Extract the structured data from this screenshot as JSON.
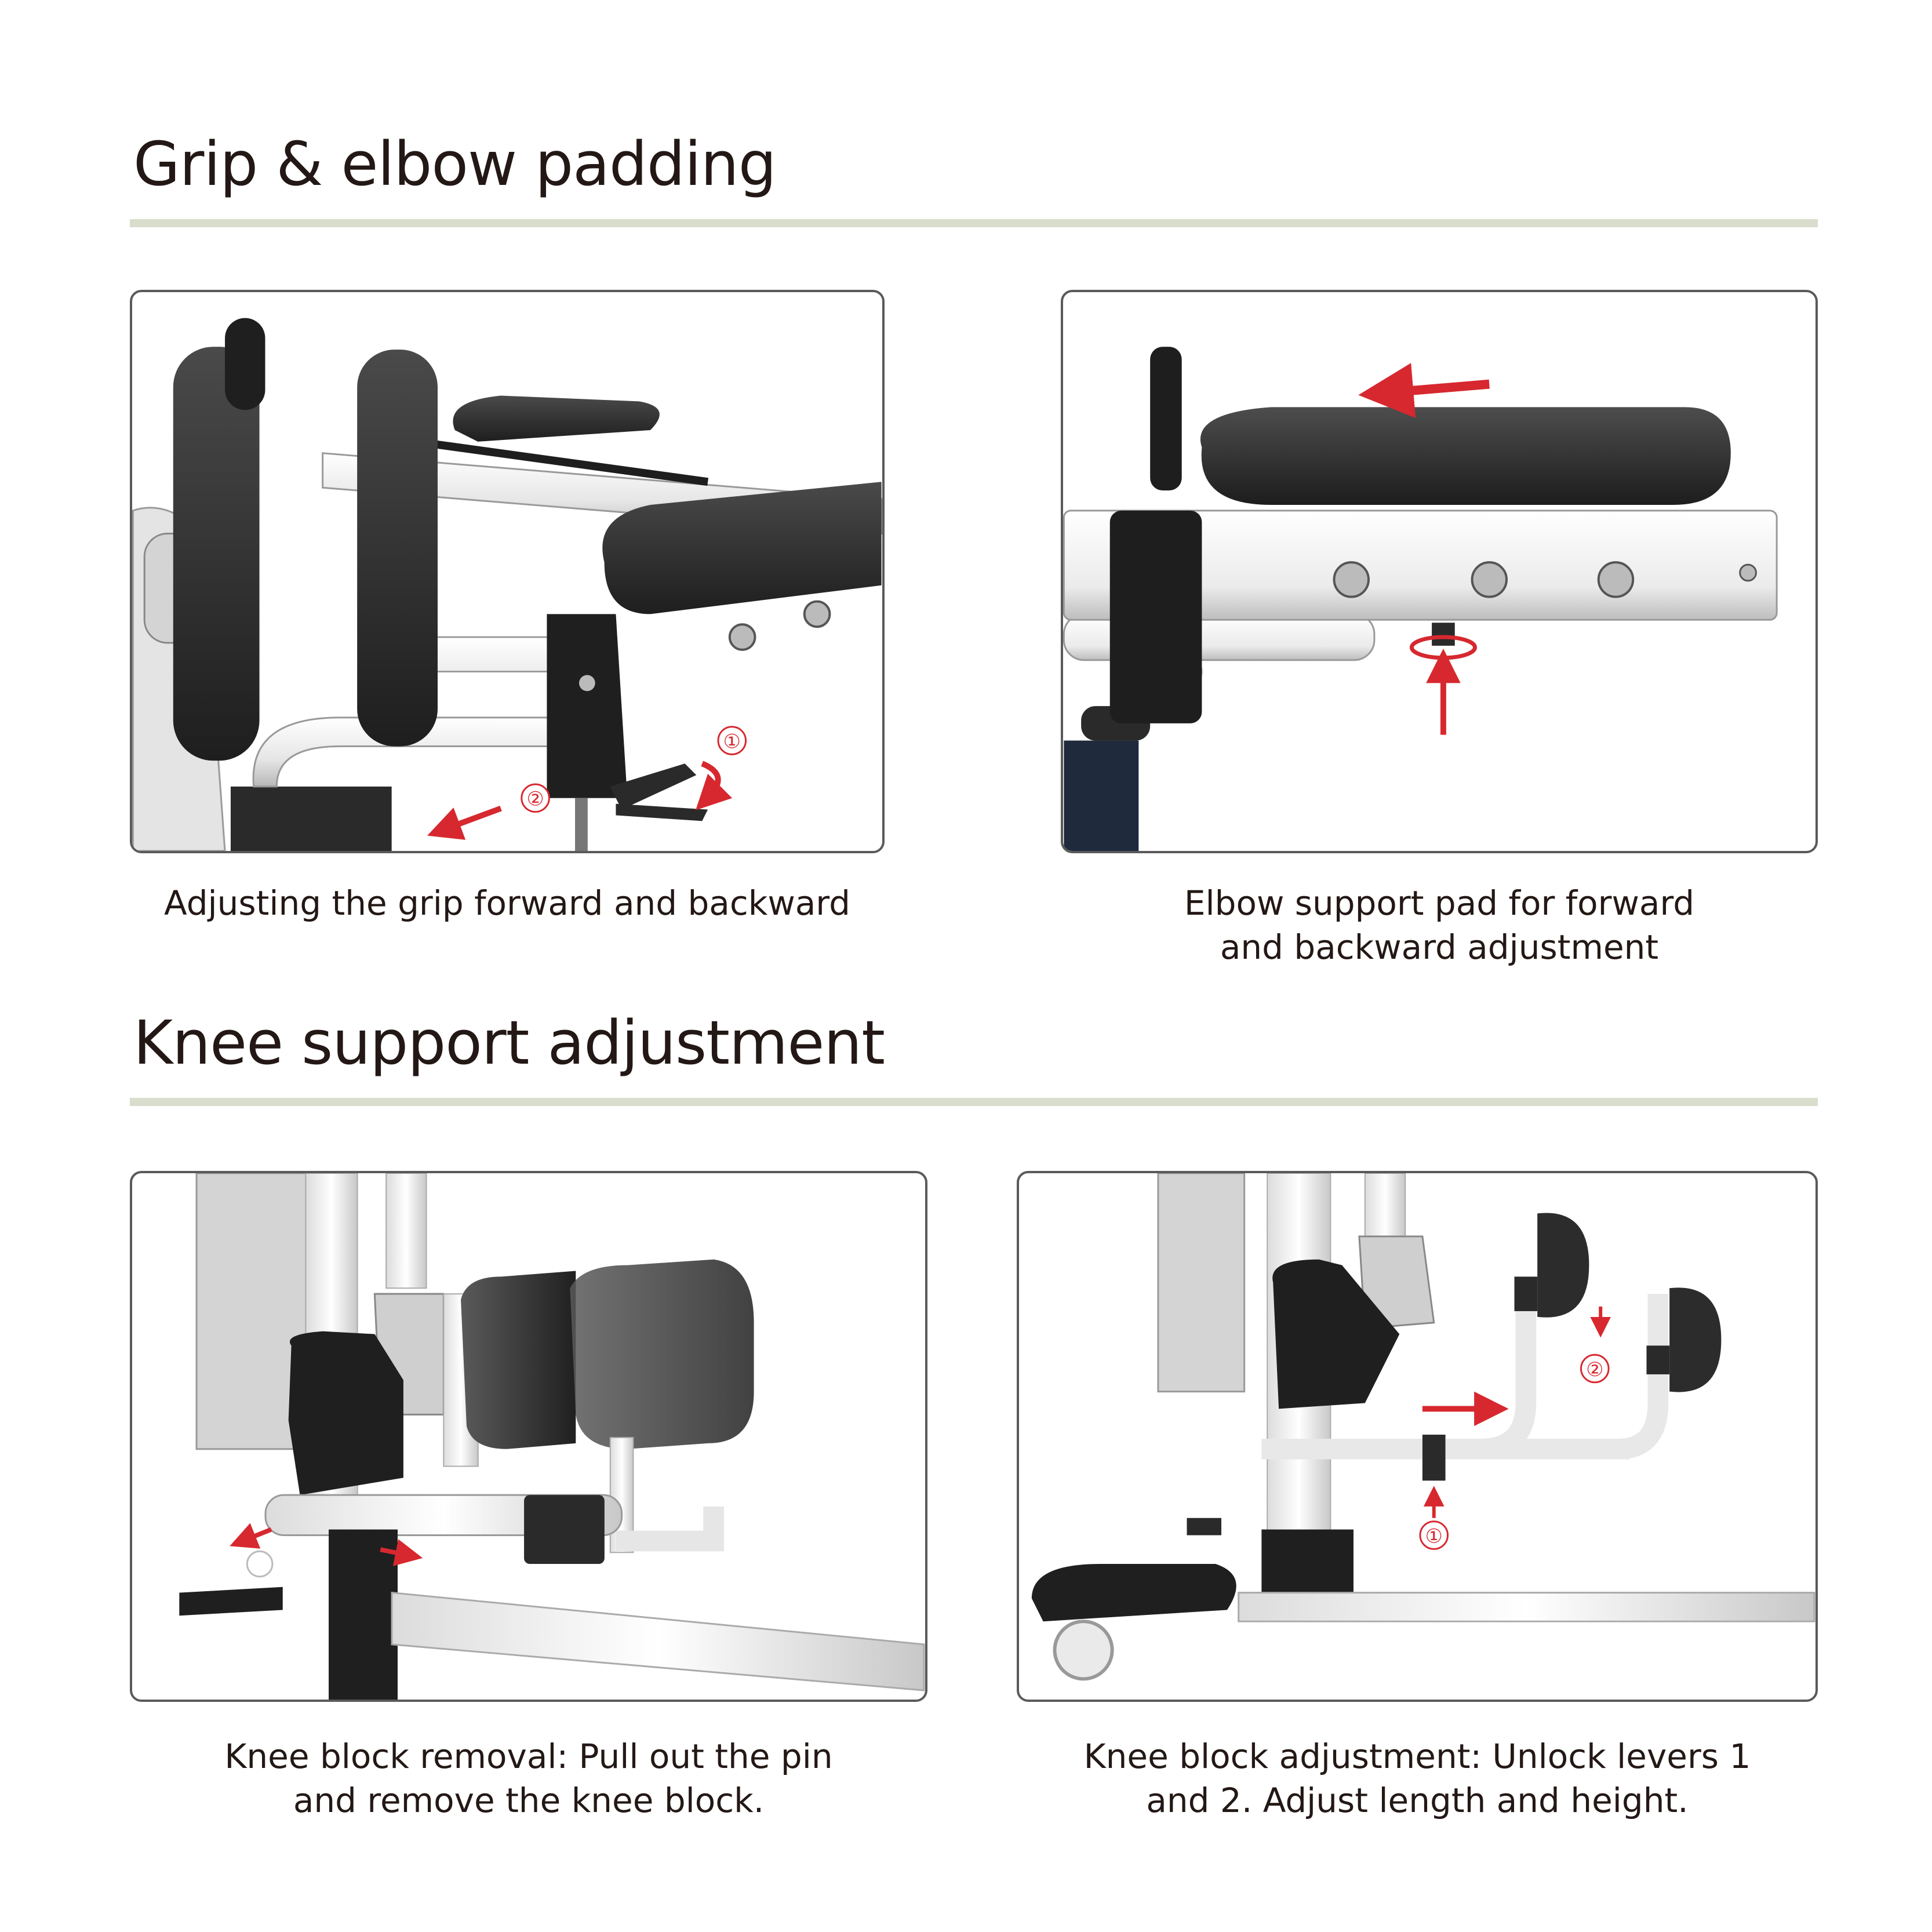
{
  "sections": [
    {
      "title": "Grip & elbow padding",
      "panels": [
        {
          "caption": "Adjusting the grip forward and backward",
          "markers": [
            "①",
            "②"
          ]
        },
        {
          "caption": "Elbow support pad for forward\nand backward adjustment"
        }
      ]
    },
    {
      "title": "Knee support adjustment",
      "panels": [
        {
          "caption": "Knee block removal: Pull out the pin\nand remove the knee block."
        },
        {
          "caption": "Knee block adjustment: Unlock levers 1\nand 2. Adjust length and height.",
          "markers": [
            "②",
            "①"
          ]
        }
      ]
    }
  ],
  "colors": {
    "accent_arrow": "#d7282f",
    "rule": "#d8ddcc",
    "pad": "#2c2c2c",
    "frame": "#f2f2f2"
  }
}
